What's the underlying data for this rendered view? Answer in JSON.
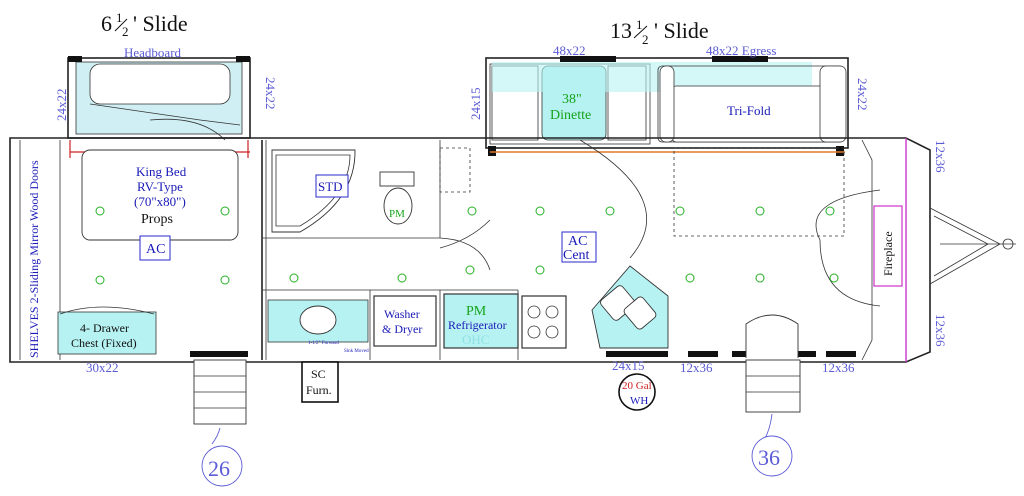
{
  "slides": {
    "left": {
      "whole": "6",
      "num": "1",
      "den": "2",
      "suffix": "' Slide"
    },
    "right": {
      "whole": "13",
      "num": "1",
      "den": "2",
      "suffix": "' Slide"
    }
  },
  "labels": {
    "headboard": "Headboard",
    "dinette_window": "48x22",
    "egress_window": "48x22 Egress",
    "bed_left_dim": "24x22",
    "bed_right_dim": "24x22",
    "dinette_left_dim": "24x15",
    "trifold_right_dim": "24x22",
    "shelves": "SHELVES 2-Sliding Mirror Wood Doors",
    "bed_line1": "King Bed",
    "bed_line2": "RV-Type",
    "bed_line3": "(70\"x80\")",
    "props": "Props",
    "ac": "AC",
    "std": "STD",
    "pm_toilet": "PM",
    "dinette_line1": "38\"",
    "dinette_line2": "Dinette",
    "trifold": "Tri-Fold",
    "ac_cent_line1": "AC",
    "ac_cent_line2": "Cent",
    "fireplace": "Fireplace",
    "front_top_dim": "12x36",
    "front_bottom_dim": "12x36",
    "chest_line1": "4- Drawer",
    "chest_line2": "Chest (Fixed)",
    "chest_dim": "30x22",
    "sink_note_line1": "1-1/2\" Forward",
    "sink_note_line2": "Sink Moved",
    "washer_line1": "Washer",
    "washer_line2": "& Dryer",
    "fridge_pm": "PM",
    "fridge_name": "Refrigerator",
    "fridge_ohc": "OHC",
    "sc_line1": "SC",
    "sc_line2": "Furn.",
    "kitchen_window": "24x15",
    "wh_line1": "20 Gal",
    "wh_line2": "WH",
    "bottom_window_1": "12x36",
    "bottom_window_2": "12x36",
    "step_left": "26",
    "step_right": "36"
  },
  "colors": {
    "dimension_blue": "#5b5bd6",
    "label_blue": "#1a1ab8",
    "green": "#15a41a",
    "cyan_fill": "#b7f2f2",
    "red": "#cc2222"
  }
}
